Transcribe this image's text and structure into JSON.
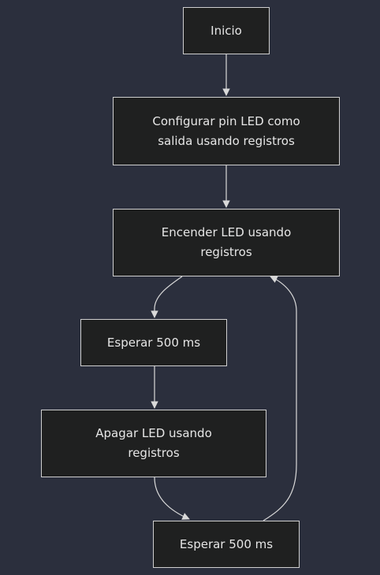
{
  "flowchart": {
    "nodes": [
      {
        "id": "n1",
        "label": "Inicio"
      },
      {
        "id": "n2",
        "label": "Configurar pin LED como salida usando registros"
      },
      {
        "id": "n3",
        "label": "Encender LED usando registros"
      },
      {
        "id": "n4",
        "label": "Esperar 500 ms"
      },
      {
        "id": "n5",
        "label": "Apagar LED usando registros"
      },
      {
        "id": "n6",
        "label": "Esperar 500 ms"
      }
    ],
    "edges": [
      {
        "from": "n1",
        "to": "n2"
      },
      {
        "from": "n2",
        "to": "n3"
      },
      {
        "from": "n3",
        "to": "n4"
      },
      {
        "from": "n4",
        "to": "n5"
      },
      {
        "from": "n5",
        "to": "n6"
      },
      {
        "from": "n6",
        "to": "n3"
      }
    ],
    "colors": {
      "background": "#2b2f3d",
      "node_fill": "#1f2020",
      "node_border": "#cfcfcf",
      "text": "#e6e6e6",
      "edge": "#d9d9d9"
    }
  }
}
